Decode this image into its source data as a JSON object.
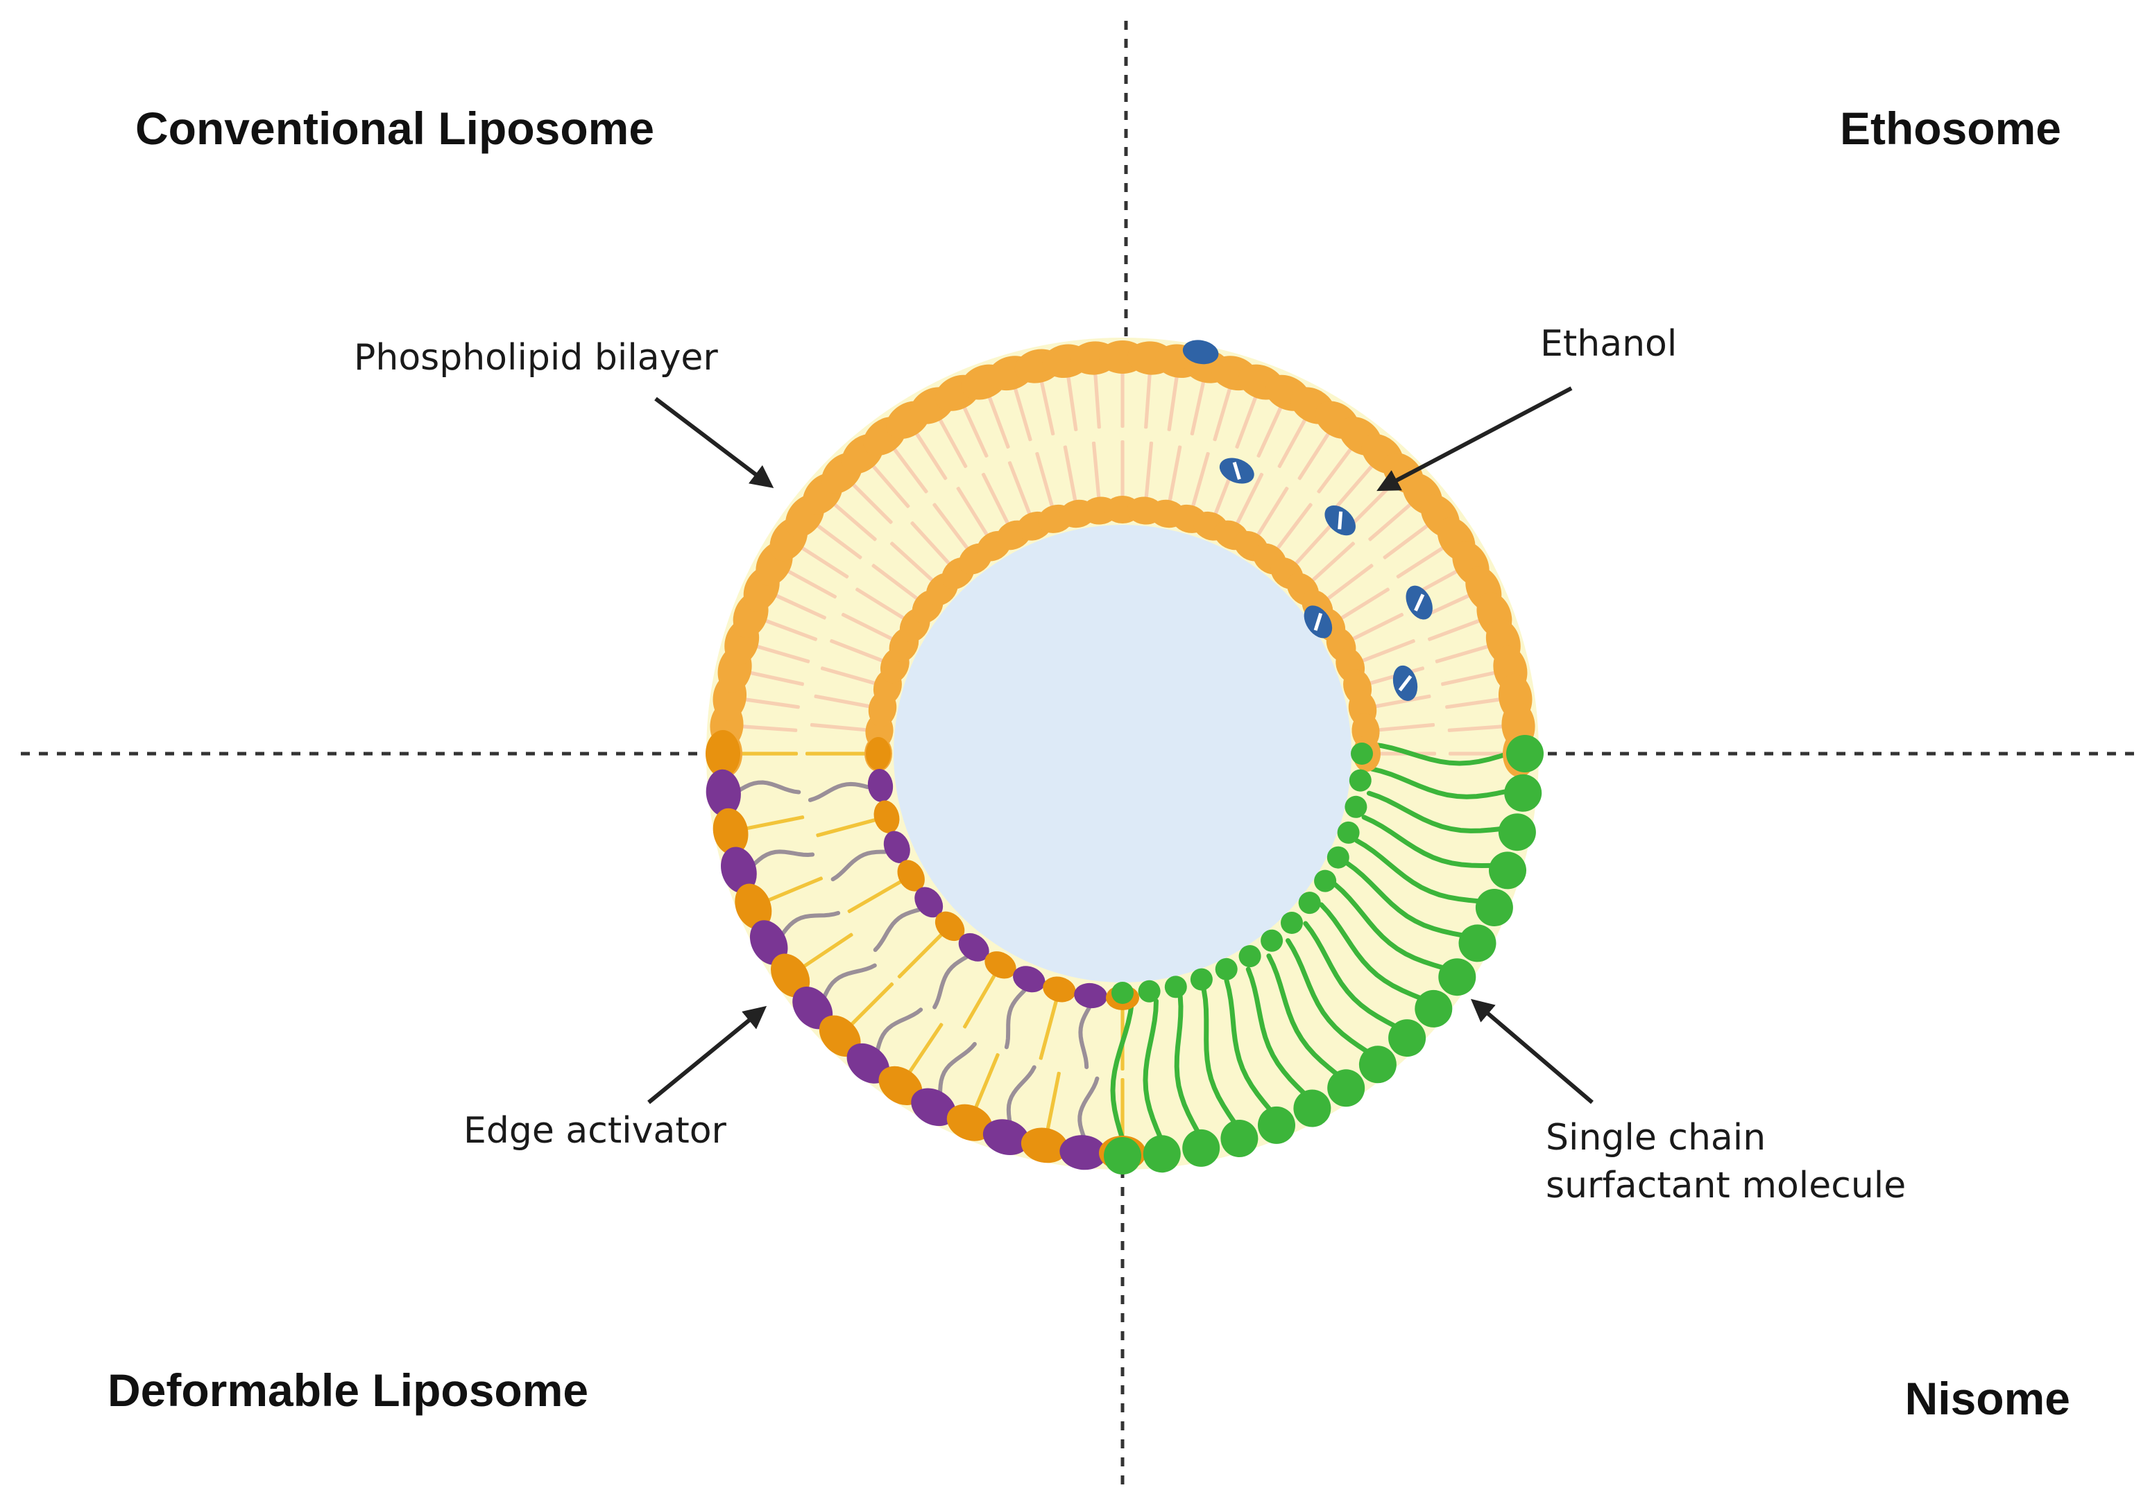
{
  "quadrants": {
    "top_left": "Conventional Liposome",
    "top_right": "Ethosome",
    "bottom_left": "Deformable Liposome",
    "bottom_right": "Nisome"
  },
  "callouts": {
    "phospholipid_bilayer": "Phospholipid bilayer",
    "ethanol": "Ethanol",
    "edge_activator": "Edge activator",
    "surfactant_line1": "Single chain",
    "surfactant_line2": "surfactant molecule"
  },
  "colors": {
    "membrane_fill": "#fbf7cd",
    "core_fill": "#ddeaf7",
    "phospholipid_head": "#f2a93b",
    "phospholipid_tail": "#f7d0b2",
    "ethanol_molecule": "#2f63a6",
    "deformable_head": "#e8920f",
    "deformable_tail": "#f2c43a",
    "edge_activator_head": "#7a3694",
    "edge_activator_tail": "#9a8f98",
    "surfactant": "#3cb53a",
    "divider": "#333333",
    "arrow": "#222222"
  },
  "icons": {
    "ethanol": "ethanol-molecule-icon",
    "pointer": "arrow-icon"
  }
}
